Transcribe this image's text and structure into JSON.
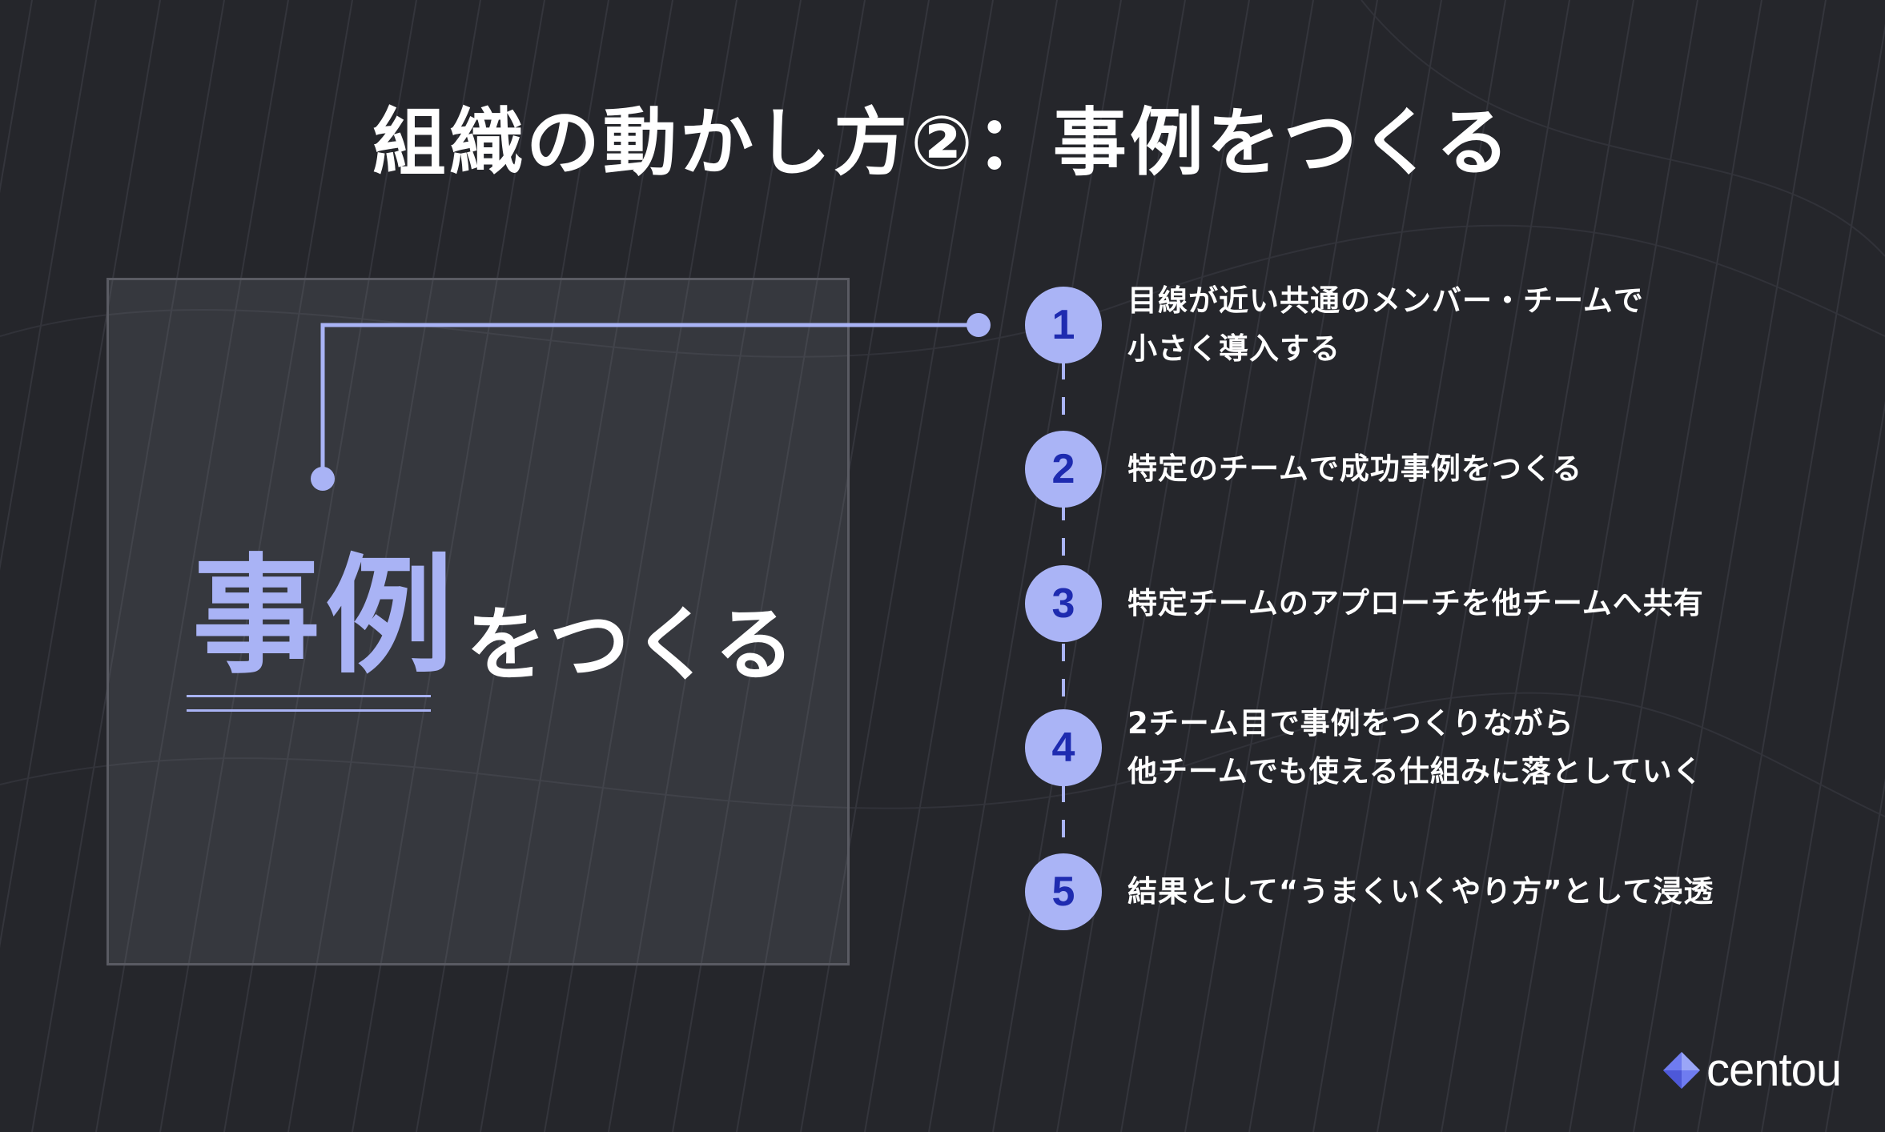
{
  "title": "組織の動かし方②：事例をつくる",
  "concept": {
    "main": "事例",
    "sub": "をつくる"
  },
  "steps": [
    {
      "number": "1",
      "line1": "目線が近い共通のメンバー・チームで",
      "line2": "小さく導入する"
    },
    {
      "number": "2",
      "line1": "特定のチームで成功事例をつくる",
      "line2": ""
    },
    {
      "number": "3",
      "line1": "特定チームのアプローチを他チームへ共有",
      "line2": ""
    },
    {
      "number": "4",
      "line1": "2チーム目で事例をつくりながら",
      "line2": "他チームでも使える仕組みに落としていく"
    },
    {
      "number": "5",
      "line1": "結果として“うまくいくやり方”として浸透",
      "line2": ""
    }
  ],
  "brand": {
    "logo": "diamond-logo-icon",
    "name": "centou"
  },
  "colors": {
    "background": "#25262b",
    "accent": "#a9b3f5",
    "circle_text": "#1e2bb0"
  }
}
